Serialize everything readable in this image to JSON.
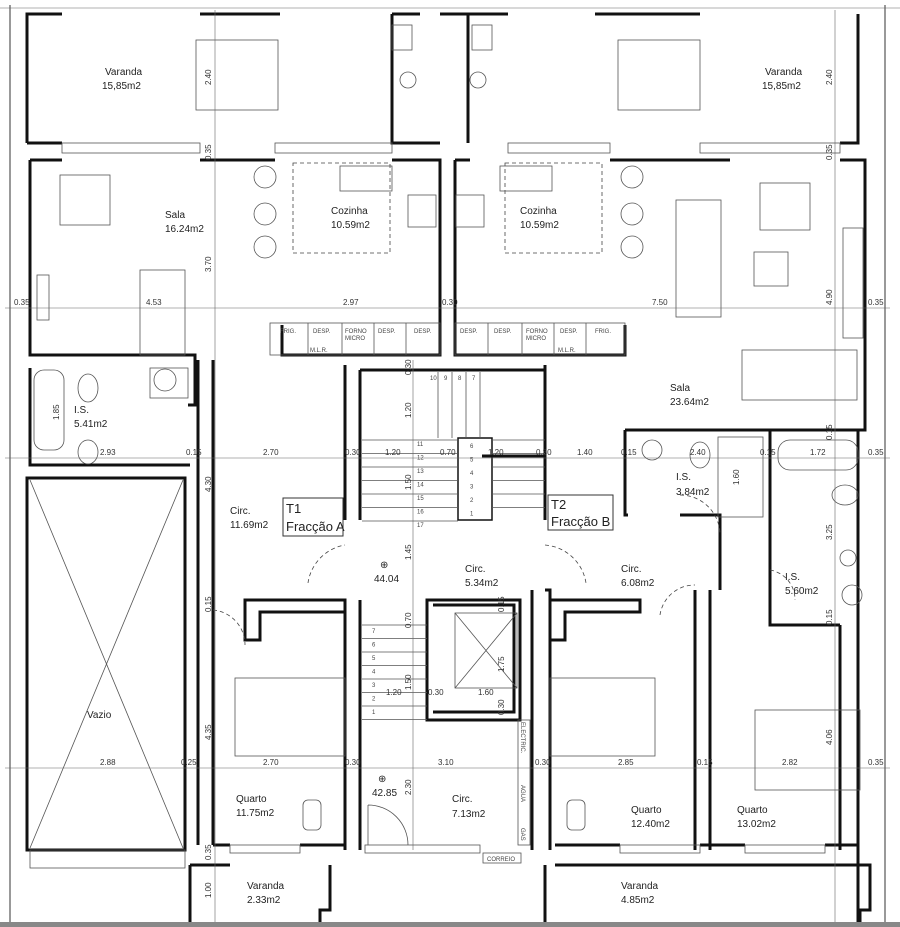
{
  "rooms": {
    "varanda_top_left": {
      "name": "Varanda",
      "area": "15,85m2"
    },
    "varanda_top_right": {
      "name": "Varanda",
      "area": "15,85m2"
    },
    "sala_a": {
      "name": "Sala",
      "area": "16.24m2"
    },
    "cozinha_a": {
      "name": "Cozinha",
      "area": "10.59m2"
    },
    "cozinha_b": {
      "name": "Cozinha",
      "area": "10.59m2"
    },
    "sala_b": {
      "name": "Sala",
      "area": "23.64m2"
    },
    "is_a": {
      "name": "I.S.",
      "area": "5.41m2"
    },
    "circ_a": {
      "name": "Circ.",
      "area": "11.69m2"
    },
    "circ_core": {
      "name": "Circ.",
      "area": "5.34m2"
    },
    "circ_b": {
      "name": "Circ.",
      "area": "6.08m2"
    },
    "is_b1": {
      "name": "I.S.",
      "area": "3.84m2"
    },
    "is_b2": {
      "name": "I.S.",
      "area": "5.60m2"
    },
    "vazio": {
      "name": "Vazio"
    },
    "quarto_a": {
      "name": "Quarto",
      "area": "11.75m2"
    },
    "circ_ground": {
      "name": "Circ.",
      "area": "7.13m2"
    },
    "quarto_b1": {
      "name": "Quarto",
      "area": "12.40m2"
    },
    "quarto_b2": {
      "name": "Quarto",
      "area": "13.02m2"
    },
    "varanda_bottom_left": {
      "name": "Varanda",
      "area": "2.33m2"
    },
    "varanda_bottom_right": {
      "name": "Varanda",
      "area": "4.85m2"
    }
  },
  "units": {
    "t1": {
      "code": "T1",
      "name": "Fracção A"
    },
    "t2": {
      "code": "T2",
      "name": "Fracção B"
    }
  },
  "levels": [
    "44.04",
    "42.85"
  ],
  "kitchen_cabinets_a": [
    "FRIG.",
    "DESP.",
    "FORNO MICRO",
    "DESP.",
    "DESP."
  ],
  "kitchen_cabinets_b": [
    "DESP.",
    "DESP.",
    "FORNO MICRO",
    "DESP.",
    "FRIG."
  ],
  "kitchen_mlr": "M.L.R.",
  "shafts": [
    "ELECTRIC.",
    "AGUA",
    "GAS",
    "CORREIO"
  ],
  "stairs_upper_left": [
    "11",
    "12",
    "13",
    "14",
    "15",
    "16",
    "17"
  ],
  "stairs_upper_right": [
    "6",
    "5",
    "4",
    "3",
    "2",
    "1"
  ],
  "stairs_upper_top": [
    "10",
    "9",
    "8",
    "7"
  ],
  "stairs_lower": [
    "7",
    "6",
    "5",
    "4",
    "3",
    "2",
    "1"
  ],
  "dimensions": {
    "row1": [
      "0.35",
      "4.53",
      "2.97",
      "0.30",
      "7.50",
      "0.35"
    ],
    "row2": [
      "2.93",
      "0.15",
      "2.70",
      "0.30",
      "1.20",
      "0.70",
      "1.20",
      "0.30",
      "1.40",
      "0.15",
      "2.40",
      "0.15",
      "1.72",
      "0.35"
    ],
    "row3": [
      "2.88",
      "0.25",
      "2.70",
      "0.30",
      "3.10",
      "0.30",
      "2.85",
      "0.15",
      "2.82",
      "0.35"
    ],
    "row_lift": [
      "1.20",
      "0.30",
      "1.60"
    ],
    "vertical": [
      "2.40",
      "2.40",
      "0.35",
      "0.35",
      "3.70",
      "4.90",
      "1.85",
      "4.30",
      "0.15",
      "4.35",
      "0.35",
      "1.00",
      "0.30",
      "1.20",
      "1.50",
      "1.45",
      "0.70",
      "1.50",
      "2.30",
      "1.75",
      "0.15",
      "0.30",
      "1.60",
      "3.25",
      "0.15",
      "4.06",
      "0.15"
    ]
  }
}
